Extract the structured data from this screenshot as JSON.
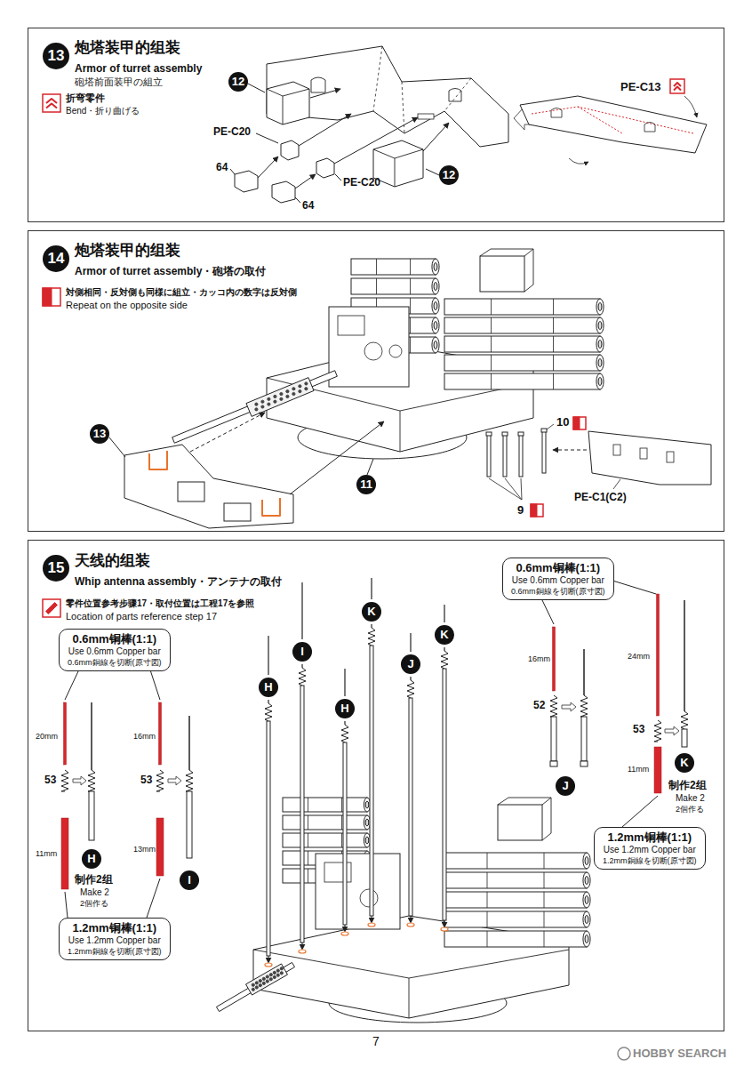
{
  "diagram": {
    "nodes": [
      {
        "text": [
          "炮塔装甲的组装",
          "Armor of turret assembly",
          "砲塔前面装甲の組立"
        ]
      },
      {
        "text": [
          "13"
        ],
        "in": 0
      },
      {
        "text": [
          "12"
        ],
        "in": 0
      },
      {
        "text": [
          "12"
        ],
        "in": 0
      },
      {
        "text": [
          "炮塔装甲的组装",
          "Armor of turret assembly・砲塔の取付"
        ]
      },
      {
        "text": [
          "14"
        ],
        "in": 4
      },
      {
        "text": [
          "13"
        ],
        "in": 4
      },
      {
        "text": [
          "11"
        ],
        "in": 4
      },
      {
        "text": [
          "天线的组装",
          "Whip antenna assembly・アンテナの取付"
        ]
      },
      {
        "text": [
          "15"
        ],
        "in": 8
      },
      {
        "text": [
          "0.6mm铜棒(1:1)",
          "Use 0.6mm Copper bar",
          "0.6mm銅線を切断(原寸図)"
        ],
        "in": 8
      },
      {
        "text": [
          "1.2mm铜棒(1:1)",
          "Use 1.2mm Copper bar",
          "1.2mm銅線を切断(原寸図)"
        ],
        "in": 8
      },
      {
        "text": [
          "0.6mm铜棒(1:1)",
          "Use 0.6mm Copper bar",
          "0.6mm銅線を切断(原寸図)"
        ],
        "in": 8
      },
      {
        "text": [
          "1.2mm铜棒(1:1)",
          "Use 1.2mm Copper bar",
          "1.2mm銅線を切断(原寸図)"
        ],
        "in": 8
      },
      {
        "text": [
          "H"
        ],
        "in": 8
      },
      {
        "text": [
          "I"
        ],
        "in": 8
      },
      {
        "text": [
          "K"
        ],
        "in": 8
      },
      {
        "text": [
          "H"
        ],
        "in": 8
      },
      {
        "text": [
          "J"
        ],
        "in": 8
      },
      {
        "text": [
          "K"
        ],
        "in": 8
      },
      {
        "text": [
          "H"
        ],
        "in": 8
      },
      {
        "text": [
          "I"
        ],
        "in": 8
      },
      {
        "text": [
          "J"
        ],
        "in": 8
      },
      {
        "text": [
          "K"
        ],
        "in": 8
      }
    ],
    "labels": [
      "折弯零件",
      "Bend・折り曲げる",
      "PE-C20",
      "PE-C20",
      "64",
      "64",
      "PE-C13",
      "対側相同・反対側も同様に組立・カッコ内の数字は反対側",
      "Repeat on the opposite side",
      "10",
      "9",
      "PE-C1(C2)",
      "零件位置参考步骤17・取付位置は工程17を参照",
      "Location of parts reference step 17",
      "20mm",
      "53",
      "11mm",
      "制作2组",
      "Make 2",
      "2個作る",
      "16mm",
      "53",
      "13mm",
      "16mm",
      "52",
      "24mm",
      "53",
      "11mm",
      "制作2组",
      "Make 2",
      "2個作る",
      "7",
      "HOBBY SEARCH"
    ]
  }
}
